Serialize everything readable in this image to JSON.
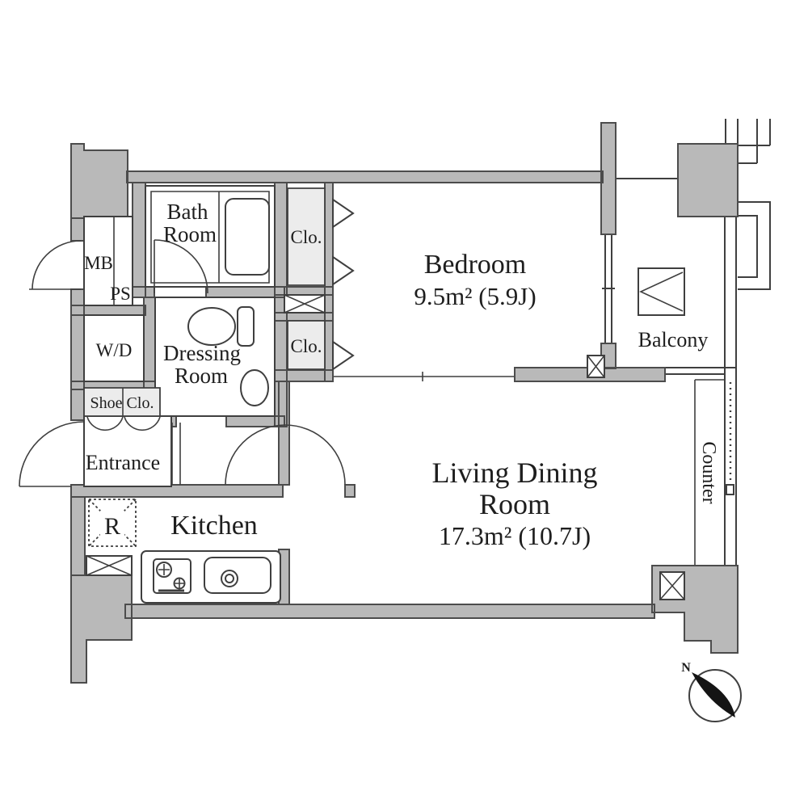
{
  "plan": {
    "type": "apartment-floor-plan",
    "labels": {
      "mb": "MB",
      "ps": "PS",
      "wd": "W/D",
      "shoe_closet": "Shoe Clo.",
      "entrance": "Entrance",
      "bath_line1": "Bath",
      "bath_line2": "Room",
      "dressing_line1": "Dressing",
      "dressing_line2": "Room",
      "closet_upper": "Clo.",
      "closet_lower": "Clo.",
      "bedroom_name": "Bedroom",
      "bedroom_area": "9.5m² (5.9J)",
      "balcony": "Balcony",
      "counter": "Counter",
      "living_line1": "Living Dining",
      "living_line2": "Room",
      "living_area": "17.3m² (10.7J)",
      "kitchen": "Kitchen",
      "refrigerator": "R",
      "compass_north": "N"
    },
    "colors": {
      "wall": "#b9b9b9",
      "wall_stroke": "#4c4c4c",
      "line": "#3f3f3f",
      "closet": "#ececec",
      "text": "#1e1e1e",
      "needle": "#141414",
      "bg": "#ffffff"
    }
  }
}
